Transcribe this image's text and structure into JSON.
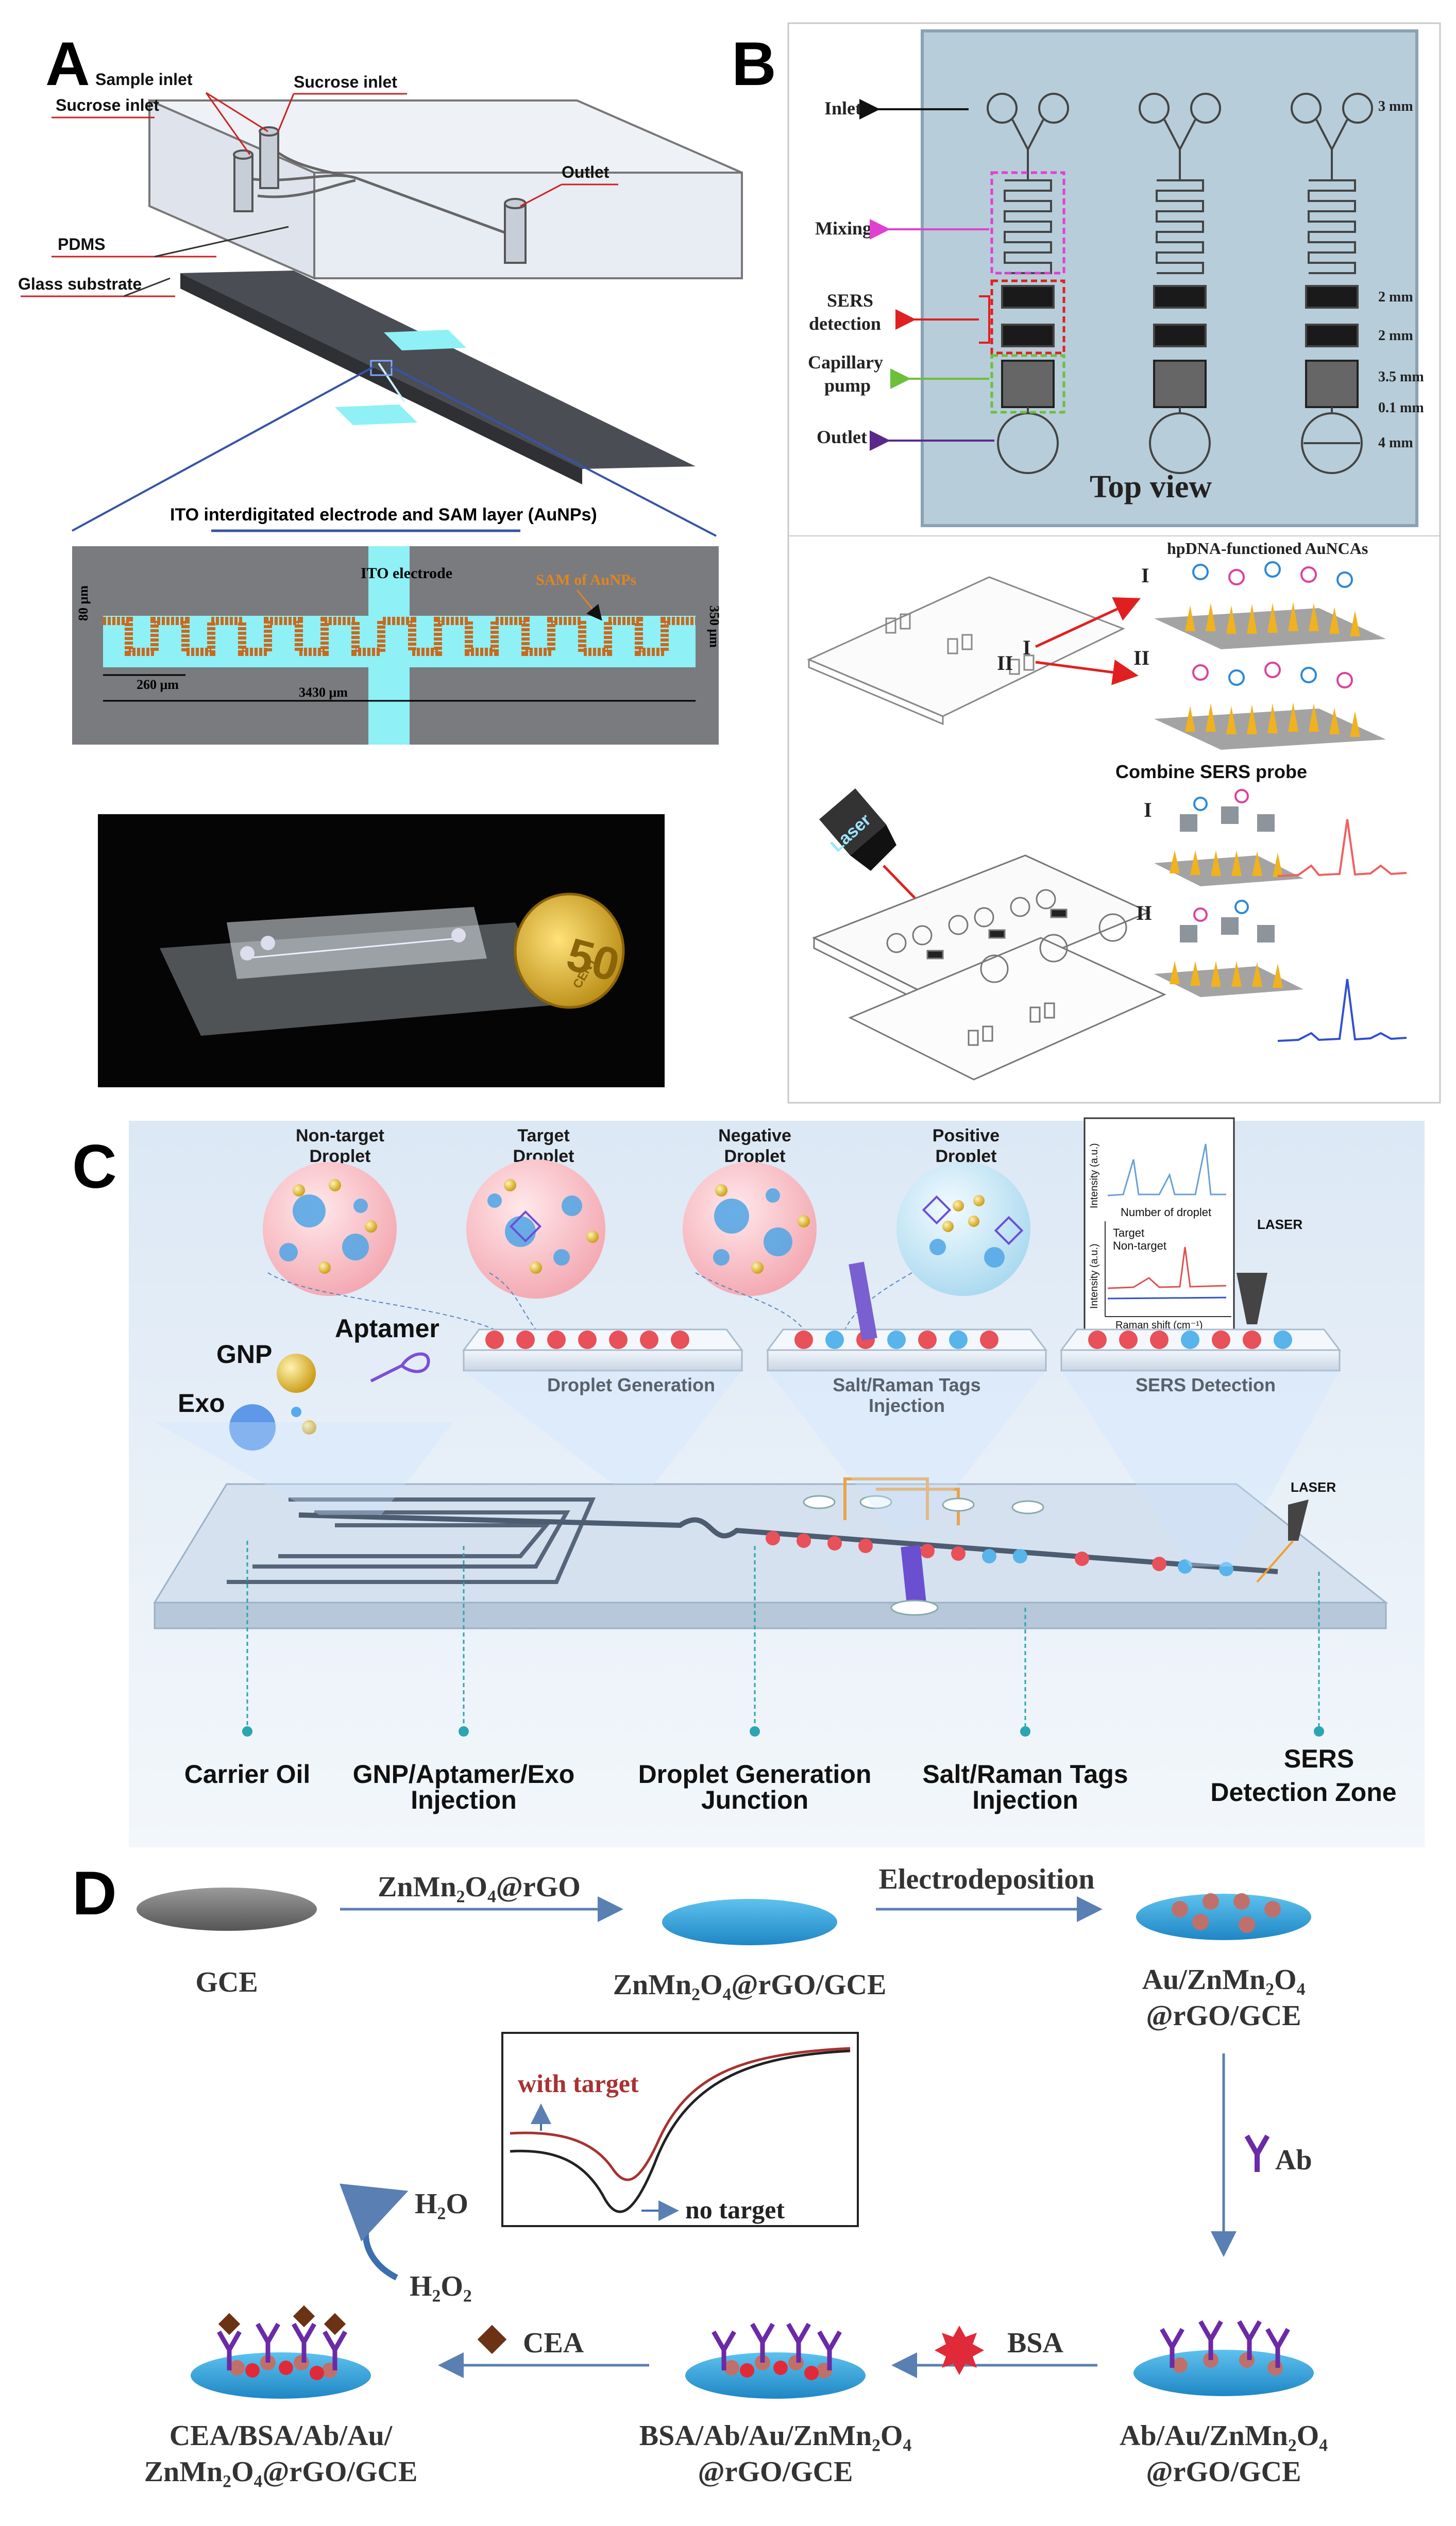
{
  "panels": {
    "a": "A",
    "b": "B",
    "c": "C",
    "d": "D"
  },
  "colors": {
    "ito_cyan": "#8ff0f5",
    "sam_orange": "#c8691e",
    "chip_bg": "#b7cdd9",
    "panel_c_bg": "#e8f0f7",
    "arrow_blue": "#5a7fb2",
    "ab_purple": "#6b2aa6"
  },
  "panel_a": {
    "sample_inlet": "Sample inlet",
    "sucrose_inlet_left": "Sucrose inlet",
    "sucrose_inlet_right": "Sucrose inlet",
    "outlet": "Outlet",
    "pdms": "PDMS",
    "glass_substrate": "Glass substrate",
    "ito_title": "ITO interdigitated electrode and SAM layer (AuNPs)",
    "ito_electrode": "ITO electrode",
    "sam_label": "SAM of AuNPs",
    "dim_80": "80 μm",
    "dim_350": "350 μm",
    "dim_260": "260 μm",
    "dim_3430": "3430 μm",
    "coin_value": "50",
    "coin_text": "CENT"
  },
  "panel_b": {
    "inlet": "Inlet",
    "mixing": "Mixing",
    "sers_detection_line1": "SERS",
    "sers_detection_line2": "detection",
    "capillary_line1": "Capillary",
    "capillary_line2": "pump",
    "outlet": "Outlet",
    "top_view": "Top view",
    "dim_3mm": "3 mm",
    "dim_2mm_a": "2 mm",
    "dim_2mm_b": "2 mm",
    "dim_3_5mm": "3.5 mm",
    "dim_0_1mm": "0.1 mm",
    "dim_4mm": "4 mm",
    "roman_i": "I",
    "roman_ii": "II",
    "hpdna": "hpDNA-functioned AuNCAs",
    "combine": "Combine SERS probe",
    "laser": "Laser"
  },
  "panel_c": {
    "non_target_1": "Non-target",
    "non_target_2": "Droplet",
    "target_1": "Target",
    "target_2": "Droplet",
    "negative_1": "Negative",
    "negative_2": "Droplet",
    "positive_1": "Positive",
    "positive_2": "Droplet",
    "gnp": "GNP",
    "aptamer": "Aptamer",
    "exo": "Exo",
    "droplet_generation": "Droplet Generation",
    "salt_raman_1": "Salt/Raman Tags",
    "salt_raman_2": "Injection",
    "sers_detection": "SERS Detection",
    "laser_top": "LASER",
    "laser_bottom": "LASER",
    "inset_y_top": "Intensity (a.u.)",
    "inset_x_top": "Number of droplet",
    "inset_target": "Target",
    "inset_nontarget": "Non-target",
    "inset_y_bottom": "Intensity (a.u.)",
    "inset_x_bottom": "Raman shift (cm⁻¹)",
    "bottom_carrier": "Carrier Oil",
    "bottom_gnp_1": "GNP/Aptamer/Exo",
    "bottom_gnp_2": "Injection",
    "bottom_junction_1": "Droplet Generation",
    "bottom_junction_2": "Junction",
    "bottom_salt_1": "Salt/Raman Tags",
    "bottom_salt_2": "Injection",
    "bottom_sers_1": "SERS",
    "bottom_sers_2": "Detection Zone"
  },
  "panel_d": {
    "gce": "GCE",
    "step1_arrow": "ZnMn₂O₄@rGO",
    "electrode2": "ZnMn₂O₄@rGO/GCE",
    "step2_arrow": "Electrodeposition",
    "electrode3_1": "Au/ZnMn₂O₄",
    "electrode3_2": "@rGO/GCE",
    "ab_label": "Ab",
    "electrode4_1": "Ab/Au/ZnMn₂O₄",
    "electrode4_2": "@rGO/GCE",
    "bsa_label": "BSA",
    "electrode5_1": "BSA/Ab/Au/ZnMn₂O₄",
    "electrode5_2": "@rGO/GCE",
    "cea_label": "CEA",
    "electrode6_1": "CEA/BSA/Ab/Au/",
    "electrode6_2": "ZnMn₂O₄@rGO/GCE",
    "h2o": "H₂O",
    "h2o2": "H₂O₂",
    "with_target": "with target",
    "no_target": "no target"
  }
}
